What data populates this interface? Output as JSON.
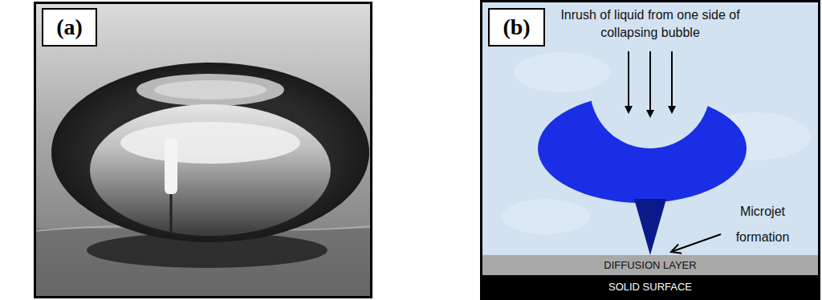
{
  "diagram": {
    "nodes": [
      {
        "text": [
          "(a)"
        ]
      },
      {
        "text": [
          "(b)"
        ]
      },
      {
        "text": [
          "DIFFUSION LAYER"
        ]
      },
      {
        "text": [
          "SOLID SURFACE"
        ]
      }
    ],
    "labels": [
      "Inrush of liquid from one side of collapsing bubble",
      "Microjet formation"
    ]
  }
}
